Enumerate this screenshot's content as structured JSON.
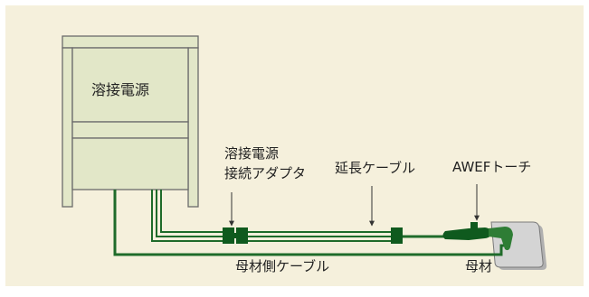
{
  "labels": {
    "power_source": "溶接電源",
    "adapter_line1": "溶接電源",
    "adapter_line2": "接続アダプタ",
    "extension_cable": "延長ケーブル",
    "torch": "AWEFトーチ",
    "base_cable": "母材側ケーブル",
    "base_metal": "母材"
  },
  "colors": {
    "background": "#f5f0dc",
    "frame_fill": "#e2e7c8",
    "frame_stroke": "#6b6b6b",
    "cable_green": "#1f6b2a",
    "connector_green": "#0f5a1e",
    "arrow": "#333333",
    "plate_fill": "#d4d4d4"
  }
}
